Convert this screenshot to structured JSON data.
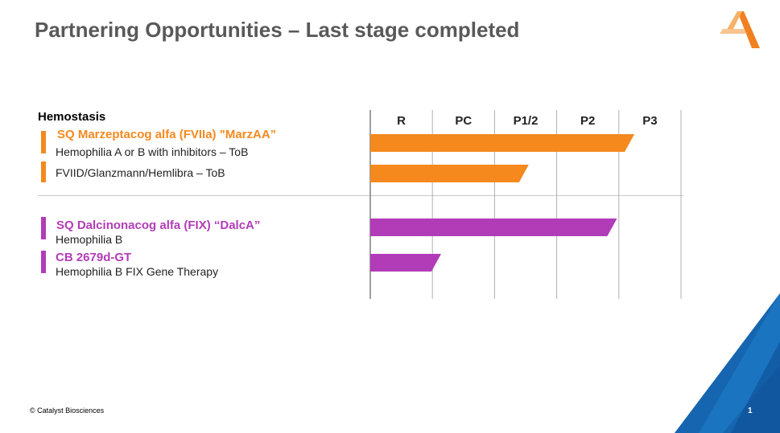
{
  "title": "Partnering Opportunities – Last stage completed",
  "section_label": "Hemostasis",
  "footer": "© Catalyst Biosciences",
  "page_number": "1",
  "colors": {
    "orange": "#F5891E",
    "purple": "#B23CB8",
    "title_gray": "#595959",
    "grid": "#b0b0b0",
    "corner_blue": "#1565B0"
  },
  "programs": [
    {
      "name": "SQ Marzeptacog alfa (FVIIa) \"MarzAA”",
      "indication": "Hemophilia A or B with inhibitors – ToB",
      "color": "#F5891E"
    },
    {
      "name": "",
      "indication": "FVIID/Glanzmann/Hemlibra – ToB",
      "color": "#F5891E"
    },
    {
      "name": "SQ Dalcinonacog alfa (FIX) “DalcA”",
      "indication": "Hemophilia B",
      "color": "#B23CB8"
    },
    {
      "name": "CB 2679d-GT",
      "indication": "Hemophilia B FIX Gene Therapy",
      "color": "#B23CB8"
    }
  ],
  "chart_data": {
    "type": "bar",
    "orientation": "horizontal",
    "categories": [
      "R",
      "PC",
      "P1/2",
      "P2",
      "P3"
    ],
    "series": [
      {
        "values": [
          4.25,
          2.55,
          3.97,
          1.14
        ]
      }
    ],
    "xlim": [
      0,
      5
    ],
    "grid": true
  }
}
